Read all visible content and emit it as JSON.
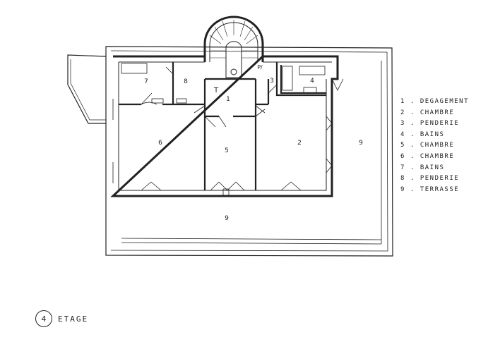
{
  "plan": {
    "rooms": [
      {
        "id": "room-1",
        "label": "1"
      },
      {
        "id": "room-2",
        "label": "2"
      },
      {
        "id": "room-3",
        "label": "3"
      },
      {
        "id": "room-4",
        "label": "4"
      },
      {
        "id": "room-5",
        "label": "5"
      },
      {
        "id": "room-6",
        "label": "6"
      },
      {
        "id": "room-7",
        "label": "7"
      },
      {
        "id": "room-8",
        "label": "8"
      },
      {
        "id": "room-9a",
        "label": "9"
      },
      {
        "id": "room-9b",
        "label": "9"
      }
    ],
    "stair_mark": "P/",
    "entry_mark": "T"
  },
  "legend": [
    {
      "num": "1",
      "text": ". DEGAGEMENT"
    },
    {
      "num": "2",
      "text": ". CHAMBRE"
    },
    {
      "num": "3",
      "text": ". PENDERIE"
    },
    {
      "num": "4",
      "text": ". BAINS"
    },
    {
      "num": "5",
      "text": ". CHAMBRE"
    },
    {
      "num": "6",
      "text": ". CHAMBRE"
    },
    {
      "num": "7",
      "text": ". BAINS"
    },
    {
      "num": "8",
      "text": ". PENDERIE"
    },
    {
      "num": "9",
      "text": ". TERRASSE"
    }
  ],
  "floor": {
    "number": "4",
    "label": "ETAGE"
  },
  "colors": {
    "ink": "#222222",
    "paper": "#ffffff"
  }
}
